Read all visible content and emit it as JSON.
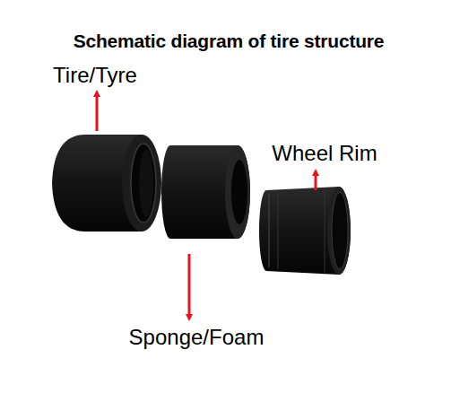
{
  "diagram": {
    "title": "Schematic diagram of tire structure",
    "labels": [
      "Tire/Tyre",
      "Wheel Rim",
      "Sponge/Foam"
    ]
  }
}
